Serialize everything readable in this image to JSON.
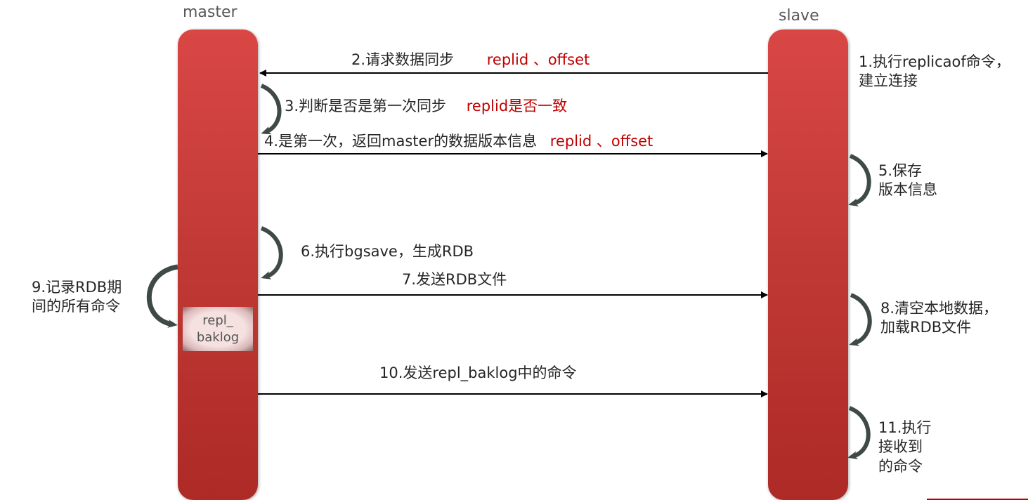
{
  "actors": {
    "master": "master",
    "slave": "slave"
  },
  "steps": {
    "s1": {
      "line1": "1.执行replicaof命令，",
      "line2": "建立连接"
    },
    "s2": {
      "text": "2.请求数据同步",
      "highlight": "replid 、offset"
    },
    "s3": {
      "text": "3.判断是否是第一次同步",
      "highlight": "replid是否一致"
    },
    "s4": {
      "text": "4.是第一次，返回master的数据版本信息",
      "highlight": "replid 、offset"
    },
    "s5": {
      "line1": "5.保存",
      "line2": "版本信息"
    },
    "s6": {
      "text": "6.执行bgsave，生成RDB"
    },
    "s7": {
      "text": "7.发送RDB文件"
    },
    "s8": {
      "line1": "8.清空本地数据，",
      "line2": "加载RDB文件"
    },
    "s9": {
      "line1": "9.记录RDB期",
      "line2": "间的所有命令"
    },
    "s10": {
      "text": "10.发送repl_baklog中的命令"
    },
    "s11": {
      "line1": "11.执行",
      "line2": "接收到",
      "line3": "的命令"
    }
  },
  "backlog": {
    "line1": "repl_",
    "line2": "baklog"
  },
  "colors": {
    "lifeline_top": "#d94745",
    "lifeline_bottom": "#ad2a26",
    "highlight": "#c00000",
    "self_arrow": "#3f4a48"
  }
}
